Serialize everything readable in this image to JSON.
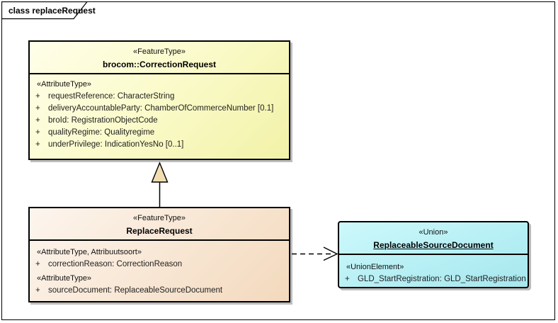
{
  "diagram": {
    "tab_title": "class replaceRequest"
  },
  "boxes": {
    "correction_request": {
      "stereotype": "«FeatureType»",
      "name": "brocom::CorrectionRequest",
      "rows": [
        {
          "kind": "stereotype",
          "text": "«AttributeType»"
        },
        {
          "kind": "attr",
          "vis": "+",
          "text": "requestReference: CharacterString"
        },
        {
          "kind": "attr",
          "vis": "+",
          "text": "deliveryAccountableParty: ChamberOfCommerceNumber [0.1]"
        },
        {
          "kind": "attr",
          "vis": "+",
          "text": "broId: RegistrationObjectCode"
        },
        {
          "kind": "attr",
          "vis": "+",
          "text": "qualityRegime: Qualityregime"
        },
        {
          "kind": "attr",
          "vis": "+",
          "text": "underPrivilege: IndicationYesNo [0..1]"
        }
      ]
    },
    "replace_request": {
      "stereotype": "«FeatureType»",
      "name": "ReplaceRequest",
      "rows": [
        {
          "kind": "stereotype",
          "text": "«AttributeType, Attribuutsoort»"
        },
        {
          "kind": "attr",
          "vis": "+",
          "text": "correctionReason: CorrectionReason"
        },
        {
          "kind": "stereotype",
          "text": "«AttributeType»"
        },
        {
          "kind": "attr",
          "vis": "+",
          "text": "sourceDocument: ReplaceableSourceDocument"
        }
      ]
    },
    "replaceable_source_document": {
      "stereotype": "«Union»",
      "name": "ReplaceableSourceDocument",
      "rows": [
        {
          "kind": "stereotype",
          "text": "«UnionElement»"
        },
        {
          "kind": "attr",
          "vis": "+",
          "text": "GLD_StartRegistration: GLD_StartRegistration"
        }
      ]
    }
  },
  "connectors": [
    {
      "type": "generalization",
      "from": "ReplaceRequest",
      "to": "brocom::CorrectionRequest"
    },
    {
      "type": "dependency-dashed",
      "from": "ReplaceRequest",
      "to": "ReplaceableSourceDocument"
    }
  ],
  "colors": {
    "box_yellow_fill": "#fbfbcd",
    "box_peach_fill": "#f8e6d4",
    "box_cyan_fill": "#bff2f7",
    "box_border": "#000000",
    "shadow": "#bdbdbd",
    "triangle_fill": "#f2deb2",
    "tab_fill": "#ffffff",
    "text": "#1f1f1f"
  }
}
